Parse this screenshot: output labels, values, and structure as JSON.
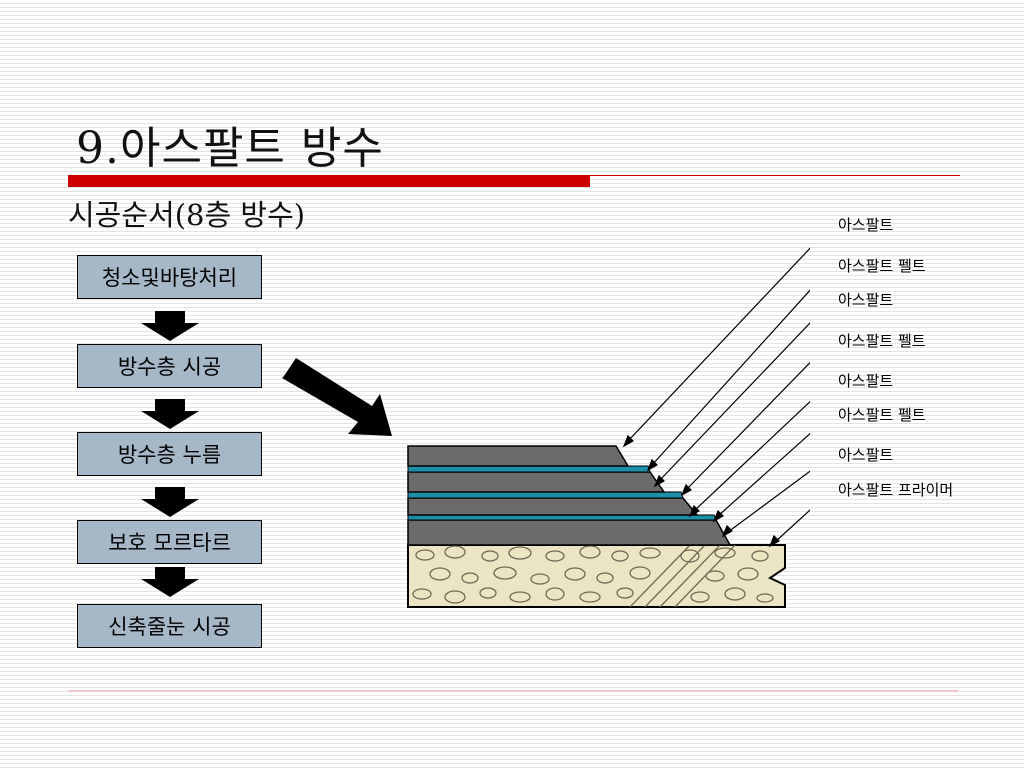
{
  "slide": {
    "title": "9.아스팔트 방수",
    "subtitle": "시공순서(8층 방수)"
  },
  "steps": [
    {
      "label": "청소및바탕처리"
    },
    {
      "label": "방수층 시공"
    },
    {
      "label": "방수층 누름"
    },
    {
      "label": "보호 모르타르"
    },
    {
      "label": "신축줄눈 시공"
    }
  ],
  "layers": [
    {
      "label": "아스팔트"
    },
    {
      "label": "아스팔트 펠트"
    },
    {
      "label": "아스팔트"
    },
    {
      "label": "아스팔트 펠트"
    },
    {
      "label": "아스팔트"
    },
    {
      "label": "아스팔트 펠트"
    },
    {
      "label": "아스팔트"
    },
    {
      "label": "아스팔트 프라이머"
    }
  ],
  "colors": {
    "accent_red": "#cc0000",
    "step_box": "#a6b8c8",
    "asphalt": "#6b6b6b",
    "felt": "#1e8fa8",
    "concrete": "#ece5c4"
  }
}
